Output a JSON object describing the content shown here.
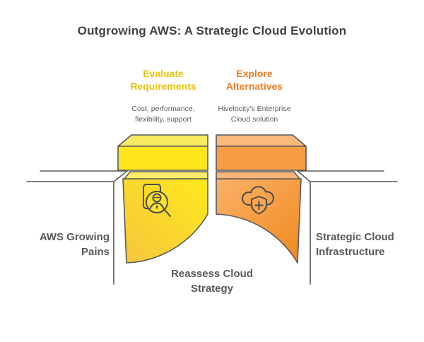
{
  "title": "Outgrowing AWS: A Strategic Cloud Evolution",
  "columns": [
    {
      "heading": "Evaluate\nRequirements",
      "subtext": "Cost, performance,\nflexibility, support",
      "heading_color": "#E9C10D"
    },
    {
      "heading": "Explore\nAlternatives",
      "subtext": "Hivelocity's Enterprise\nCloud solution",
      "heading_color": "#ED7D23"
    }
  ],
  "stage_labels": {
    "left": "AWS Growing\nPains",
    "bottom": "Reassess Cloud\nStrategy",
    "right": "Strategic Cloud\nInfrastructure"
  },
  "icons": {
    "left": "user-search-icon",
    "right": "cloud-shield-plus-icon"
  },
  "colors": {
    "yellow_front": "#FFE51D",
    "yellow_top": "#F7EC61",
    "yellow_deep": "#F5C63C",
    "orange_front": "#F89D46",
    "orange_top": "#FBB97B",
    "orange_deep": "#F08A1F",
    "outline": "#58595B",
    "icon_stroke": "#4A4B4D",
    "title_text": "#414042",
    "label_text": "#58595B"
  }
}
